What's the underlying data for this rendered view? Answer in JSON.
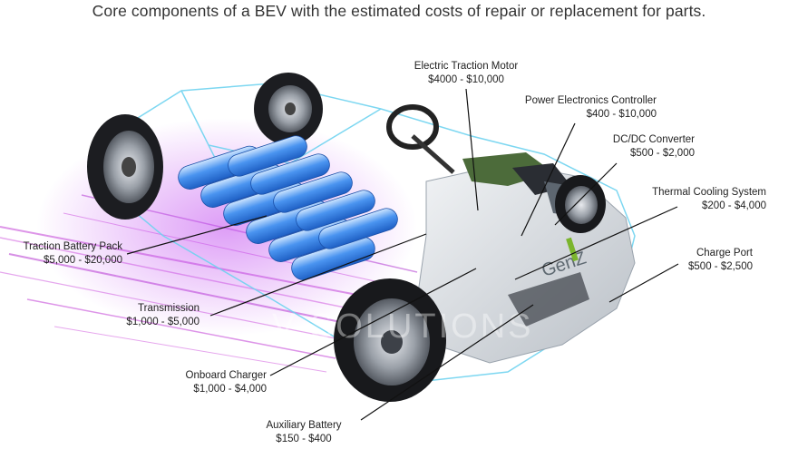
{
  "header": {
    "title": "Core components of a BEV with the estimated costs of repair or replacement for parts."
  },
  "watermark": {
    "text": "V SOLUTIONS"
  },
  "brand_badge": {
    "text": "GenZ",
    "accent_color": "#7bb52d"
  },
  "colors": {
    "battery_blue": "#2f7de0",
    "glow_purple": "#a23cd9",
    "accent_green": "#7bb52d",
    "leader_line": "#111111"
  },
  "callouts": [
    {
      "id": "electric-traction-motor",
      "name": "Electric Traction Motor",
      "cost": "$4000 - $10,000"
    },
    {
      "id": "power-electronics-controller",
      "name": "Power Electronics Controller",
      "cost": "$400 - $10,000"
    },
    {
      "id": "dcdc-converter",
      "name": "DC/DC Converter",
      "cost": "$500 - $2,000"
    },
    {
      "id": "thermal-cooling-system",
      "name": "Thermal Cooling System",
      "cost": "$200 - $4,000"
    },
    {
      "id": "charge-port",
      "name": "Charge Port",
      "cost": "$500 - $2,500"
    },
    {
      "id": "traction-battery-pack",
      "name": "Traction Battery Pack",
      "cost": "$5,000 - $20,000"
    },
    {
      "id": "transmission",
      "name": "Transmission",
      "cost": "$1,000 - $5,000"
    },
    {
      "id": "onboard-charger",
      "name": "Onboard Charger",
      "cost": "$1,000 - $4,000"
    },
    {
      "id": "auxiliary-battery",
      "name": "Auxiliary Battery",
      "cost": "$150 - $400"
    }
  ]
}
